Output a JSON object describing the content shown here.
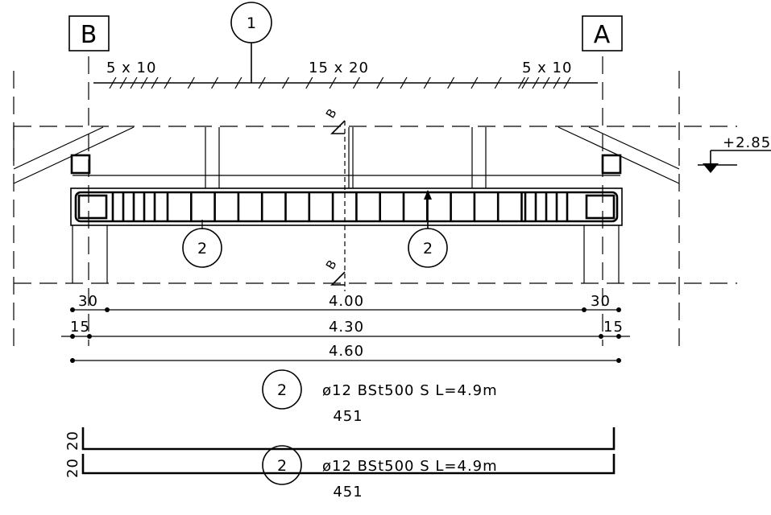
{
  "labels": {
    "left_support": "B",
    "right_support": "A",
    "section_letter": "B",
    "elevation": "+2.85",
    "bar_mark_stirrup": "1",
    "bar_mark_long": "2"
  },
  "stirrup_spacing": {
    "left": "5 x 10",
    "middle": "15 x 20",
    "right": "5 x 10"
  },
  "dimensions": {
    "clear_span": "4.00",
    "support_left_1": "30",
    "support_right_1": "30",
    "axis_span": "4.30",
    "support_left_2": "15",
    "support_right_2": "15",
    "total_length": "4.60"
  },
  "bar_schedule": [
    {
      "mark": "2",
      "spec": "ø12 BSt500 S L=4.9m",
      "length_label": "451",
      "hook_length": ""
    },
    {
      "mark": "2",
      "spec": "ø12 BSt500 S L=4.9m",
      "length_label": "451",
      "hook_length": "20"
    }
  ],
  "second_hook": "20"
}
